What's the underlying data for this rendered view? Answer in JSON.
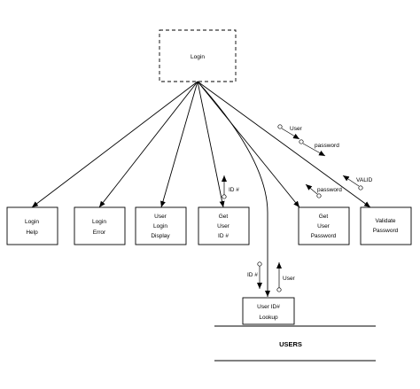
{
  "diagram": {
    "login": "Login",
    "modules": {
      "login_help": [
        "Login",
        "Help"
      ],
      "login_error": [
        "Login",
        "Error"
      ],
      "user_login_display": [
        "User",
        "Login",
        "Display"
      ],
      "get_user_id": [
        "Get",
        "User",
        "ID #"
      ],
      "get_user_password": [
        "Get",
        "User",
        "Password"
      ],
      "validate_password": [
        "Validate",
        "Password"
      ],
      "user_id_lookup": [
        "User ID#",
        "Lookup"
      ]
    },
    "datastore": "USERS",
    "flows": {
      "user_out": "User",
      "password_out": "password",
      "valid_in": "VALID",
      "password_in": "password",
      "id_in": "ID #",
      "id_down": "ID #",
      "user_up": "User"
    },
    "colors": {
      "ink": "#000000",
      "background": "#ffffff"
    }
  }
}
